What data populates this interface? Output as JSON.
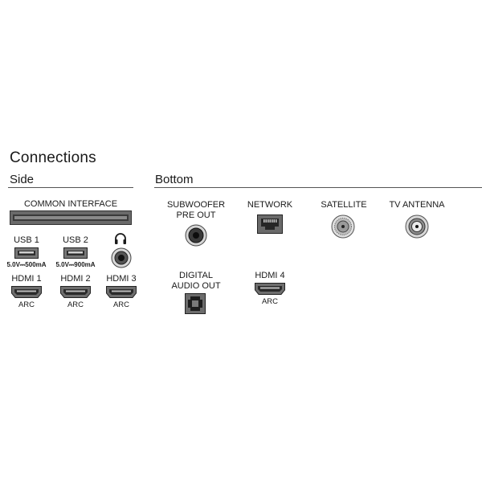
{
  "title": "Connections",
  "side": {
    "heading": "Side",
    "common_interface": "COMMON INTERFACE",
    "usb1": {
      "label": "USB 1",
      "spec": "5.0V⎓500mA"
    },
    "usb2": {
      "label": "USB 2",
      "spec": "5.0V⎓900mA"
    },
    "headphone_icon": "headphones-icon",
    "hdmi1": {
      "label": "HDMI 1",
      "sub": "ARC"
    },
    "hdmi2": {
      "label": "HDMI 2",
      "sub": "ARC"
    },
    "hdmi3": {
      "label": "HDMI 3",
      "sub": "ARC"
    }
  },
  "bottom": {
    "heading": "Bottom",
    "subwoofer": {
      "line1": "SUBWOOFER",
      "line2": "PRE OUT"
    },
    "network": "NETWORK",
    "satellite": "SATELLITE",
    "tv_antenna": "TV ANTENNA",
    "digital_audio": {
      "line1": "DIGITAL",
      "line2": "AUDIO OUT"
    },
    "hdmi4": {
      "label": "HDMI 4",
      "sub": "ARC"
    }
  }
}
